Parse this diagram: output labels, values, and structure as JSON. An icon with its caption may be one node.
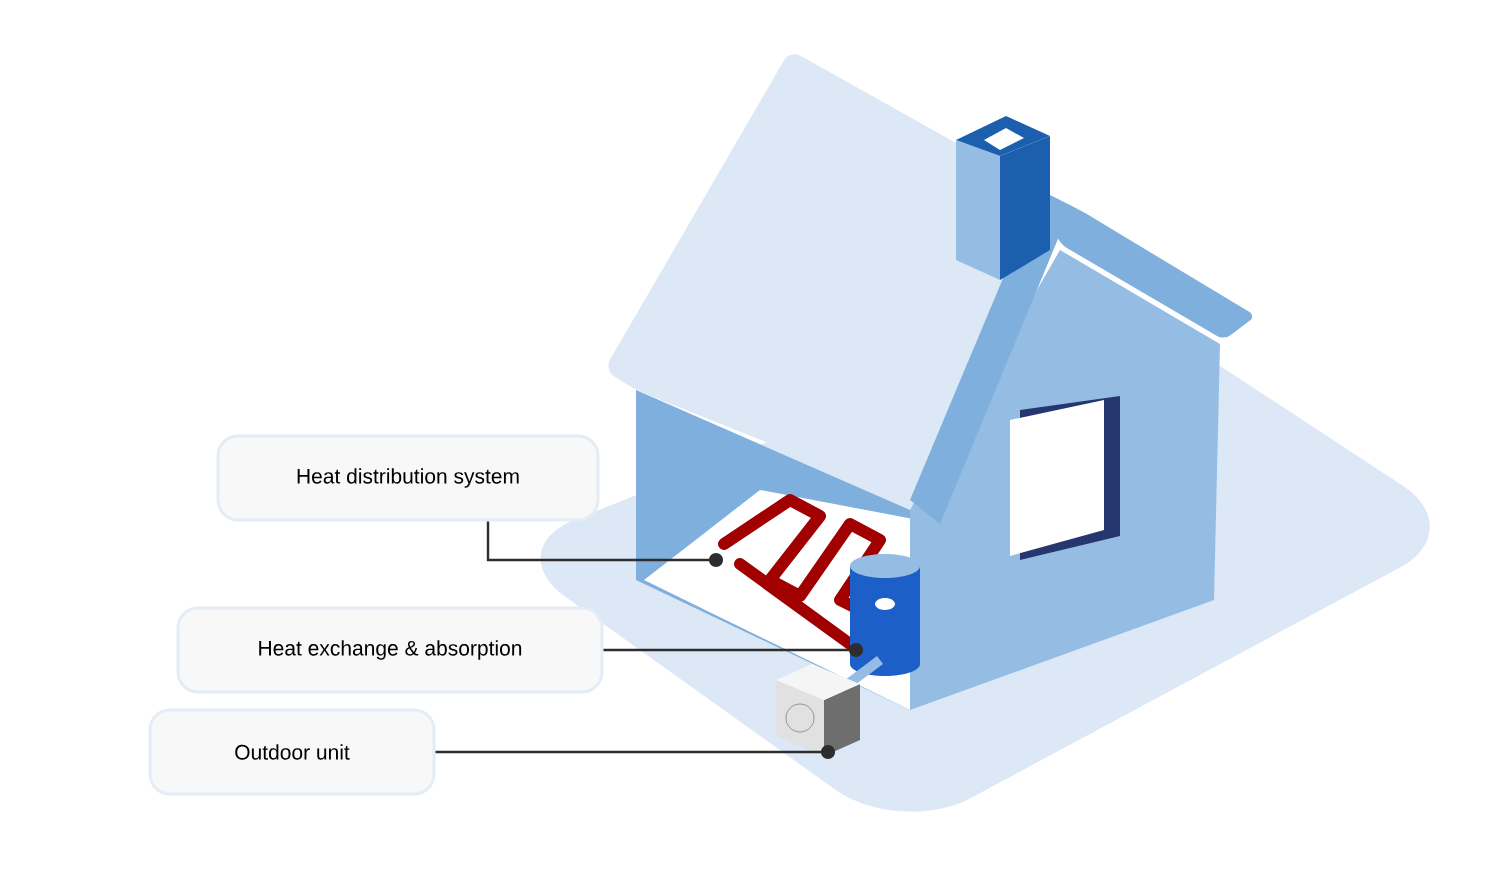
{
  "diagram": {
    "nodes": [
      {
        "text": [
          "Heat distribution system"
        ]
      },
      {
        "text": [
          "Heat exchange & absorption"
        ]
      },
      {
        "text": [
          "Outdoor unit"
        ]
      }
    ],
    "edges": [
      {
        "from": 0,
        "to": null,
        "arrow": "other"
      },
      {
        "from": 1,
        "to": null,
        "arrow": "other"
      },
      {
        "from": 2,
        "to": null,
        "arrow": "other"
      }
    ]
  }
}
